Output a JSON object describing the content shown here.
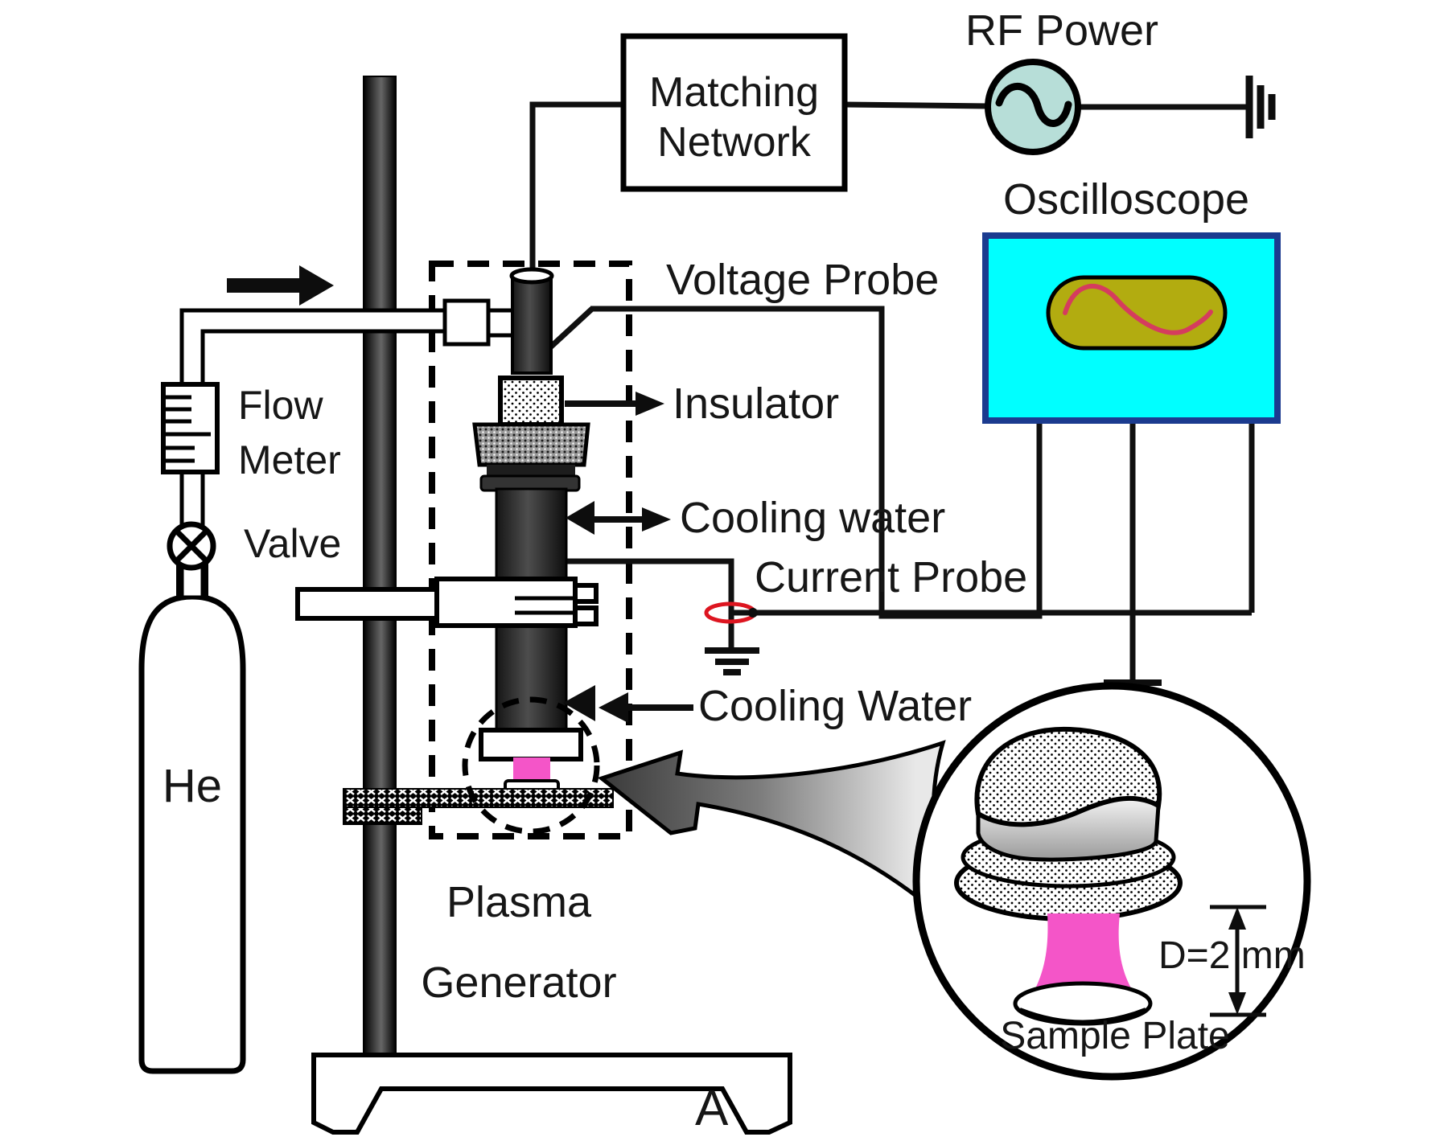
{
  "figure": {
    "description": "Schematic of an atmospheric-pressure RF plasma jet experimental setup",
    "panel_label": "A"
  },
  "labels": {
    "rf_power": "RF Power",
    "matching_1": "Matching",
    "matching_2": "Network",
    "oscilloscope": "Oscilloscope",
    "voltage_probe": "Voltage Probe",
    "insulator": "Insulator",
    "cooling_water_upper": "Cooling water",
    "current_probe": "Current Probe",
    "cooling_water_lower": "Cooling Water",
    "flow_1": "Flow",
    "flow_2": "Meter",
    "valve": "Valve",
    "he": "He",
    "plasma_1": "Plasma",
    "plasma_2": "Generator",
    "dimension": "D=2 mm",
    "sample_plate": "Sample Plate",
    "figure_a": "A"
  },
  "colors": {
    "oscilloscope_fill": "#00ffff",
    "oscilloscope_border": "#1b3b8f",
    "screen_fill": "#b2ac10",
    "sine_wave": "#d53c5e",
    "rf_source_fill": "#b7ded8",
    "plasma_pink": "#f455c8",
    "pointer_arrow_gray": "#8a8a8a",
    "line_black": "#111111"
  }
}
